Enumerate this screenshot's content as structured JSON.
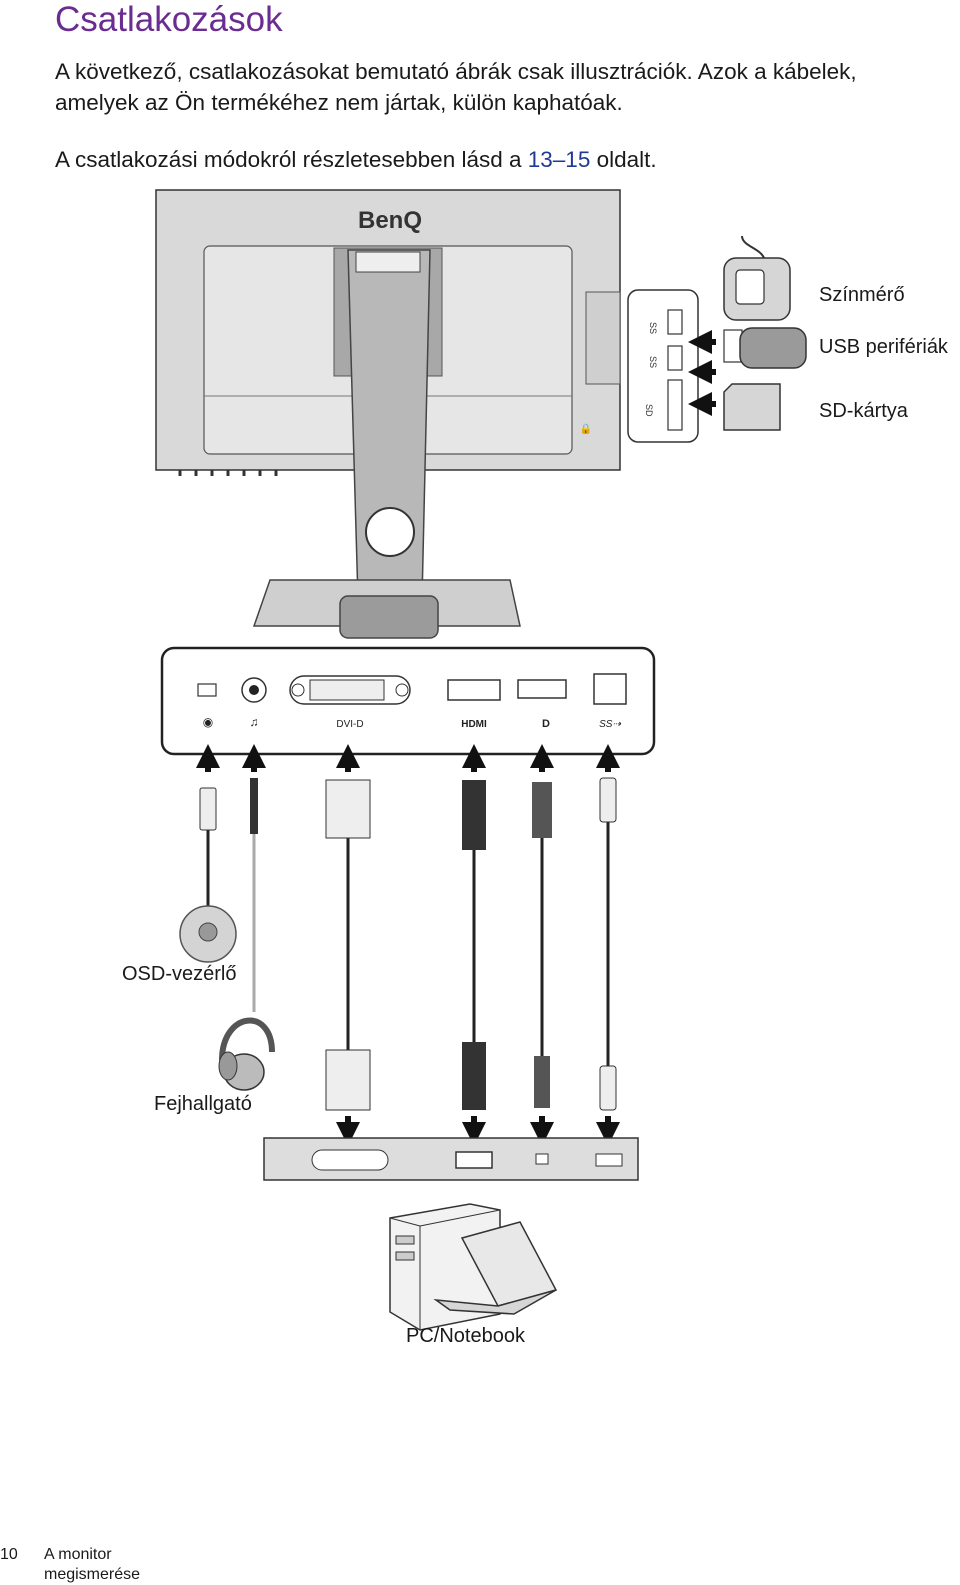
{
  "page": {
    "title": "Csatlakozások",
    "intro_1": "A következő, csatlakozásokat bemutató ábrák csak illusztrációk. Azok a kábelek, amelyek az Ön termékéhez nem jártak, külön kaphatóak.",
    "intro_2_before": "A csatlakozási módokról részletesebben lásd a ",
    "intro_2_link": "13–15",
    "intro_2_after": " oldalt."
  },
  "diagram": {
    "brand": "BenQ",
    "side_labels": {
      "colorimeter": "Színmérő",
      "usb_peripherals": "USB perifériák",
      "sd_card": "SD-kártya",
      "sd_port": "SD"
    },
    "ports": {
      "dvi": "DVI-D",
      "hdmi": "HDMI"
    },
    "devices": {
      "osd": "OSD-vezérlő",
      "headphone": "Fejhallgató",
      "pc": "PC/Notebook"
    }
  },
  "footer": {
    "page_number": "10",
    "section": "A monitor megismerése"
  }
}
